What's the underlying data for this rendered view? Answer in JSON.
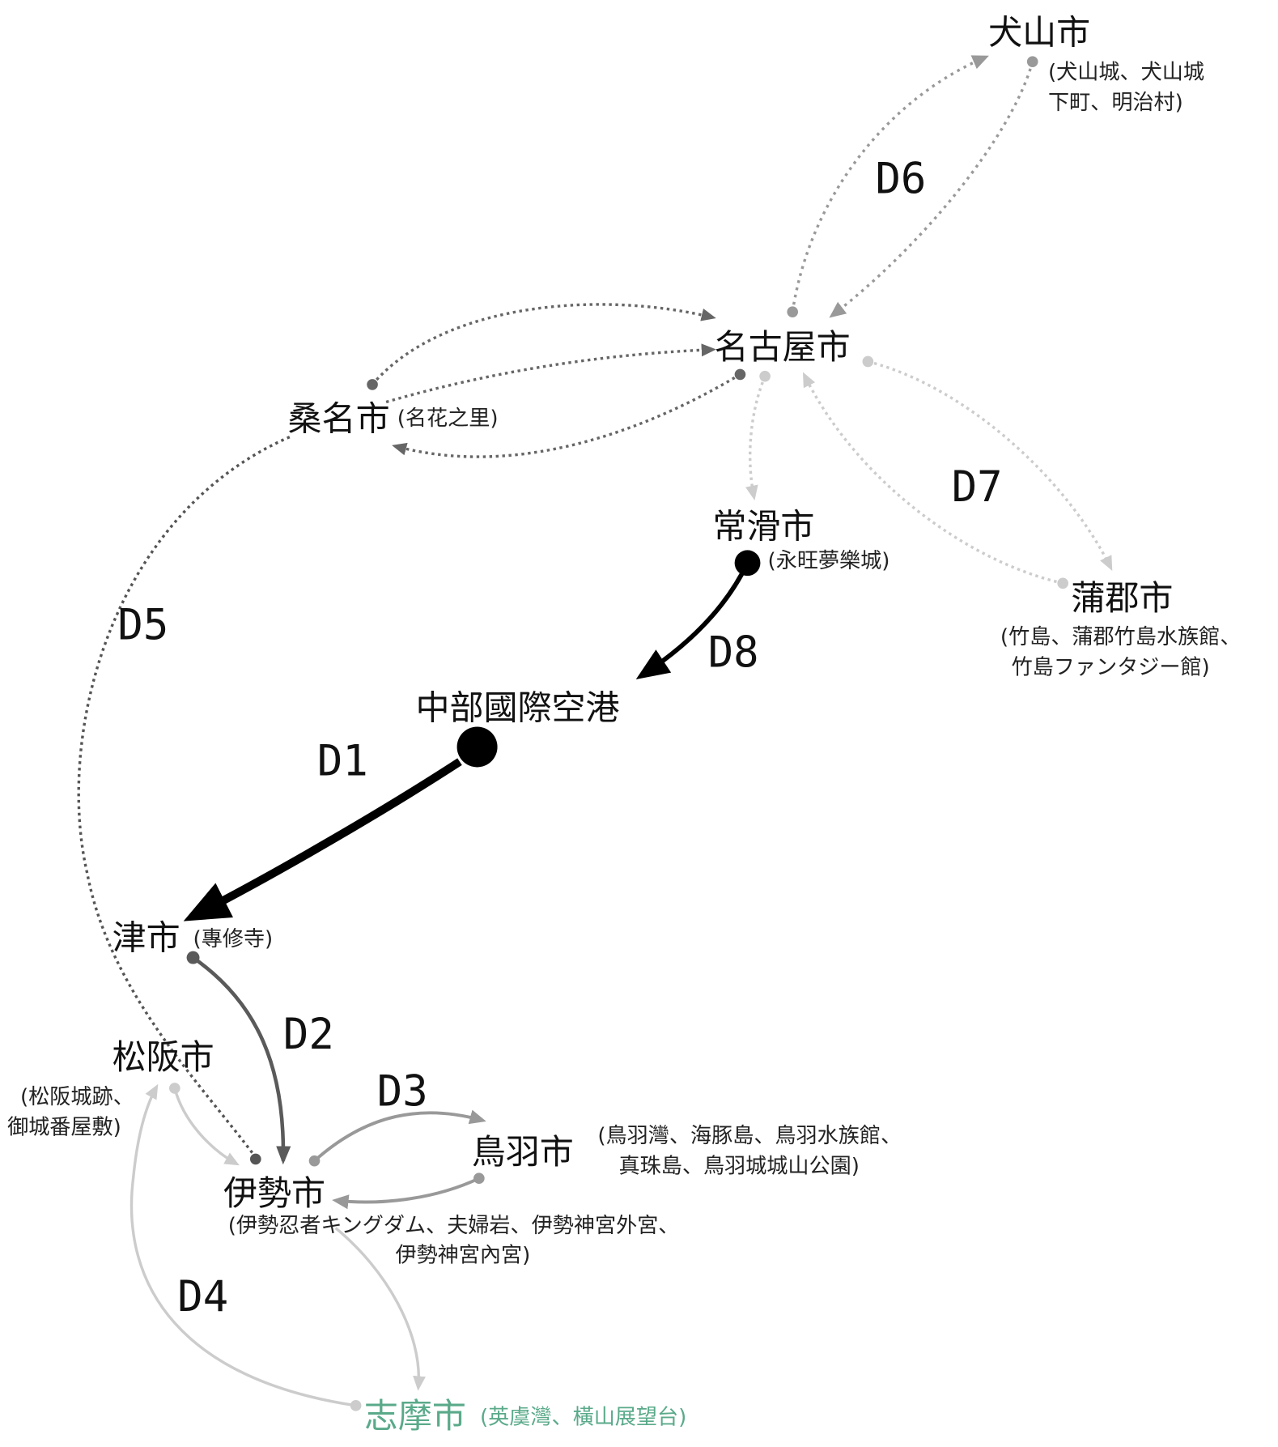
{
  "colors": {
    "black": "#000000",
    "dark": "#5a5a5a",
    "mid": "#999999",
    "light": "#cccccc",
    "shima": "#5aaa8a"
  },
  "nodes": {
    "inuyama": {
      "name": "犬山市",
      "sub": [
        "(犬山城、犬山城",
        "下町、明治村)"
      ]
    },
    "nagoya": {
      "name": "名古屋市"
    },
    "kuwana": {
      "name": "桑名市",
      "sub": [
        "(名花之里)"
      ]
    },
    "tokoname": {
      "name": "常滑市",
      "sub": [
        "(永旺夢樂城)"
      ]
    },
    "gamagori": {
      "name": "蒲郡市",
      "sub": [
        "(竹島、蒲郡竹島水族館、",
        "竹島ファンタジー館)"
      ]
    },
    "centrair": {
      "name": "中部國際空港"
    },
    "tsu": {
      "name": "津市",
      "sub": [
        "(專修寺)"
      ]
    },
    "matsusaka": {
      "name": "松阪市",
      "sub": [
        "(松阪城跡、",
        "御城番屋敷)"
      ]
    },
    "ise": {
      "name": "伊勢市",
      "sub": [
        "(伊勢忍者キングダム、夫婦岩、伊勢神宮外宮、",
        "伊勢神宮內宮)"
      ]
    },
    "toba": {
      "name": "鳥羽市",
      "sub": [
        "(鳥羽灣、海豚島、鳥羽水族館、",
        "真珠島、鳥羽城城山公園)"
      ]
    },
    "shima": {
      "name": "志摩市",
      "sub": [
        "(英虞灣、橫山展望台)"
      ]
    }
  },
  "routes": {
    "d1": "D1",
    "d2": "D2",
    "d3": "D3",
    "d4": "D4",
    "d5": "D5",
    "d6": "D6",
    "d7": "D7",
    "d8": "D8"
  }
}
